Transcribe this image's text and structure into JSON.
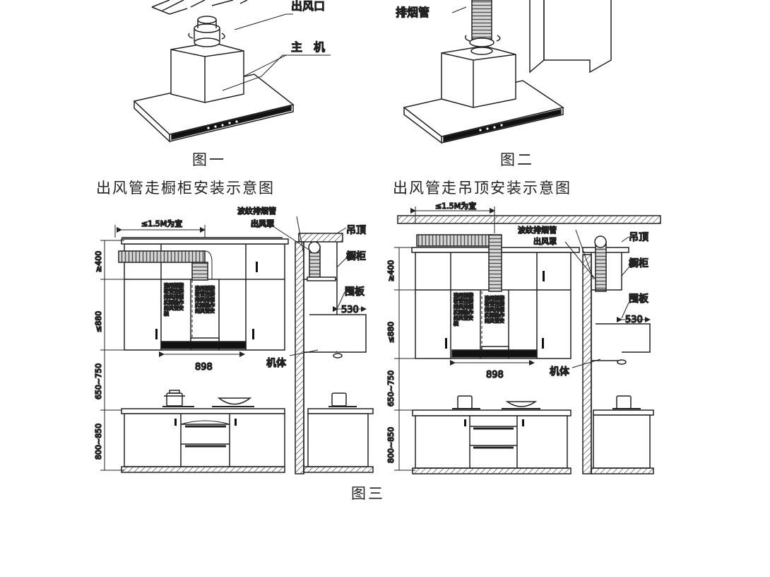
{
  "figure1": {
    "caption": "图一",
    "callouts": {
      "outlet": "出风口",
      "main_unit": "主　机"
    }
  },
  "figure2": {
    "caption": "图二",
    "callouts": {
      "exhaust_pipe": "排烟管"
    }
  },
  "figure3": {
    "caption": "图三",
    "left_title": "出风管走橱柜安装示意图",
    "right_title": "出风管走吊顶安装示意图",
    "left": {
      "top_span_label": "≤1.5M为宜",
      "corrugated_pipe": "波纹排烟管",
      "outlet_cover": "出风罩",
      "ceiling": "吊顶",
      "cabinet": "橱柜",
      "panel": "围板",
      "unit": "机体",
      "depth": "530",
      "width": "898",
      "h_top": "≥400",
      "h_cabinet": "≤880",
      "h_mount": "650~750",
      "h_counter": "800~850",
      "note_left": [
        "选用插接",
        "软管连接",
        "排风排烟",
        "实际操作",
        "的风管安",
        "装"
      ],
      "note_right": [
        "选用插接",
        "软管连接",
        "排风排烟",
        "实际操作",
        "的风管安"
      ]
    },
    "right": {
      "top_span_label": "≤1.5M为宜",
      "corrugated_pipe": "波纹排烟管",
      "outlet_cover": "出风罩",
      "ceiling": "吊顶",
      "cabinet": "橱柜",
      "panel": "围板",
      "unit": "机体",
      "depth": "530",
      "width": "898",
      "h_top": "≥400",
      "h_cabinet": "≤880",
      "h_mount": "650~750",
      "h_counter": "800~850",
      "note_left": [
        "选用插接",
        "软管连接",
        "排风排烟",
        "实际操作",
        "的风管安",
        "装"
      ],
      "note_right": [
        "选用插接",
        "软管连接",
        "排风排烟",
        "实际操作",
        "的风管安"
      ]
    }
  }
}
